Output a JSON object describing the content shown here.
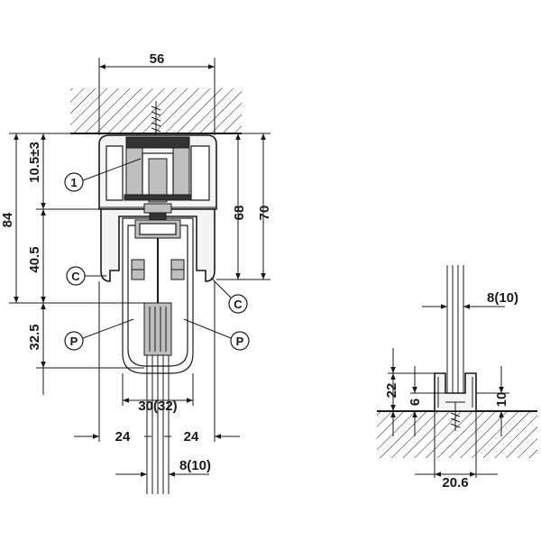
{
  "left_view": {
    "dimensions": {
      "top_width": "56",
      "screw_gap": "10.5±3",
      "overall_height": "84",
      "lower_height": "40.5",
      "height_68": "68",
      "height_70": "70",
      "glass_clearance": "32.5",
      "inner_width": "30(32)",
      "side_left": "24",
      "side_right": "24",
      "glass_thickness": "8(10)"
    },
    "callouts": {
      "part_1": "1",
      "part_c_left": "C",
      "part_c_right": "C",
      "part_p_left": "P",
      "part_p_right": "P"
    }
  },
  "right_view": {
    "dimensions": {
      "glass_thickness": "8(10)",
      "total_height": "22",
      "inner_depth": "6",
      "channel_height": "10",
      "base_width": "20.6"
    }
  }
}
